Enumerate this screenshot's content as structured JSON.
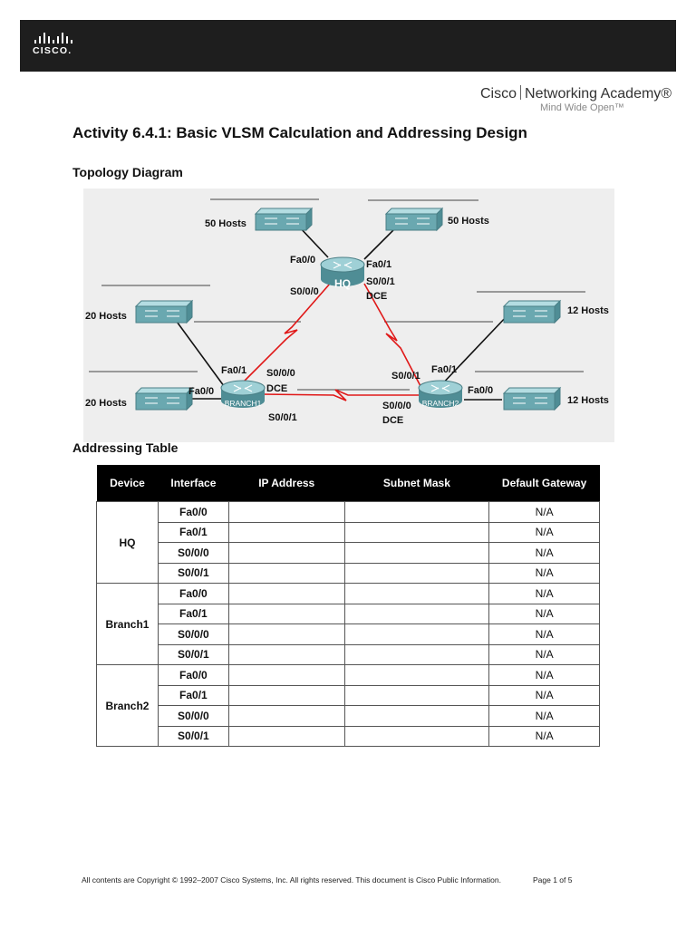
{
  "header": {
    "logo_text": "CISCO.",
    "academy_brand": "Cisco",
    "academy_name": "Networking Academy®",
    "tagline": "Mind Wide Open™"
  },
  "title": "Activity 6.4.1: Basic VLSM Calculation and Addressing Design",
  "topology": {
    "heading": "Topology Diagram",
    "labels": {
      "hosts_50_left": "50 Hosts",
      "hosts_50_right": "50 Hosts",
      "hosts_20_top": "20 Hosts",
      "hosts_20_bottom": "20 Hosts",
      "hosts_12_top": "12 Hosts",
      "hosts_12_bottom": "12 Hosts",
      "hq": "HQ",
      "branch1": "BRANCH1",
      "branch2": "BRANCH2",
      "hq_fa00": "Fa0/0",
      "hq_fa01": "Fa0/1",
      "hq_s000": "S0/0/0",
      "hq_s001": "S0/0/1",
      "hq_dce": "DCE",
      "b1_fa01": "Fa0/1",
      "b1_fa00": "Fa0/0",
      "b1_s000": "S0/0/0",
      "b1_dce": "DCE",
      "b1_s001": "S0/0/1",
      "b2_s001": "S0/0/1",
      "b2_fa01": "Fa0/1",
      "b2_fa00": "Fa0/0",
      "b2_s000": "S0/0/0",
      "b2_dce": "DCE"
    }
  },
  "addressing": {
    "heading": "Addressing Table",
    "columns": [
      "Device",
      "Interface",
      "IP Address",
      "Subnet Mask",
      "Default Gateway"
    ],
    "devices": [
      {
        "name": "HQ",
        "rows": [
          {
            "interface": "Fa0/0",
            "ip": "",
            "mask": "",
            "gateway": "N/A"
          },
          {
            "interface": "Fa0/1",
            "ip": "",
            "mask": "",
            "gateway": "N/A"
          },
          {
            "interface": "S0/0/0",
            "ip": "",
            "mask": "",
            "gateway": "N/A"
          },
          {
            "interface": "S0/0/1",
            "ip": "",
            "mask": "",
            "gateway": "N/A"
          }
        ]
      },
      {
        "name": "Branch1",
        "rows": [
          {
            "interface": "Fa0/0",
            "ip": "",
            "mask": "",
            "gateway": "N/A"
          },
          {
            "interface": "Fa0/1",
            "ip": "",
            "mask": "",
            "gateway": "N/A"
          },
          {
            "interface": "S0/0/0",
            "ip": "",
            "mask": "",
            "gateway": "N/A"
          },
          {
            "interface": "S0/0/1",
            "ip": "",
            "mask": "",
            "gateway": "N/A"
          }
        ]
      },
      {
        "name": "Branch2",
        "rows": [
          {
            "interface": "Fa0/0",
            "ip": "",
            "mask": "",
            "gateway": "N/A"
          },
          {
            "interface": "Fa0/1",
            "ip": "",
            "mask": "",
            "gateway": "N/A"
          },
          {
            "interface": "S0/0/0",
            "ip": "",
            "mask": "",
            "gateway": "N/A"
          },
          {
            "interface": "S0/0/1",
            "ip": "",
            "mask": "",
            "gateway": "N/A"
          }
        ]
      }
    ]
  },
  "footer": {
    "copyright": "All contents are Copyright © 1992–2007 Cisco Systems, Inc. All rights reserved. This document is Cisco Public Information.",
    "page": "Page 1 of 5"
  },
  "colors": {
    "serial_link": "#e01818",
    "header_bar": "#1e1e1e",
    "device": "#5f9ea8"
  }
}
